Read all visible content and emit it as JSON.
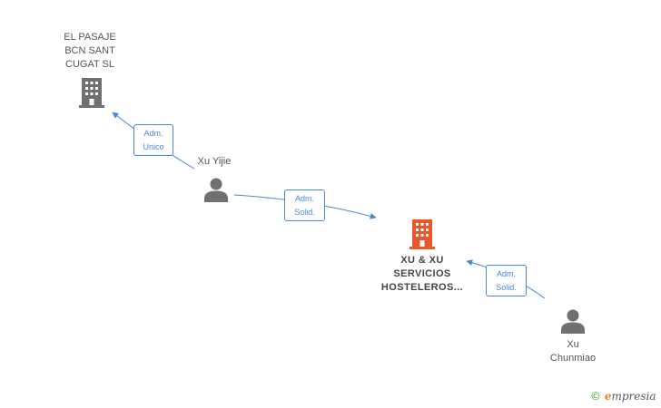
{
  "nodes": {
    "el_pasaje": {
      "label": "EL PASAJE\nBCN SANT\nCUGAT  SL",
      "type": "company",
      "color": "#707070"
    },
    "xu_xu": {
      "label": "XU & XU\nSERVICIOS\nHOSTELEROS...",
      "type": "company",
      "color": "#e8582a",
      "highlighted": true
    },
    "xu_yijie": {
      "label": "Xu Yijie",
      "type": "person",
      "color": "#707070"
    },
    "xu_chunmiao": {
      "label": "Xu\nChunmiao",
      "type": "person",
      "color": "#707070"
    }
  },
  "edges": [
    {
      "from": "xu_yijie",
      "to": "el_pasaje",
      "label": "Adm.\nUnico"
    },
    {
      "from": "xu_yijie",
      "to": "xu_xu",
      "label": "Adm.\nSolid."
    },
    {
      "from": "xu_chunmiao",
      "to": "xu_xu",
      "label": "Adm.\nSolid."
    }
  ],
  "edge_color": "#4a86d8",
  "brand": {
    "copyright_symbol": "©",
    "name_first": "e",
    "name_rest": "mpresia"
  }
}
